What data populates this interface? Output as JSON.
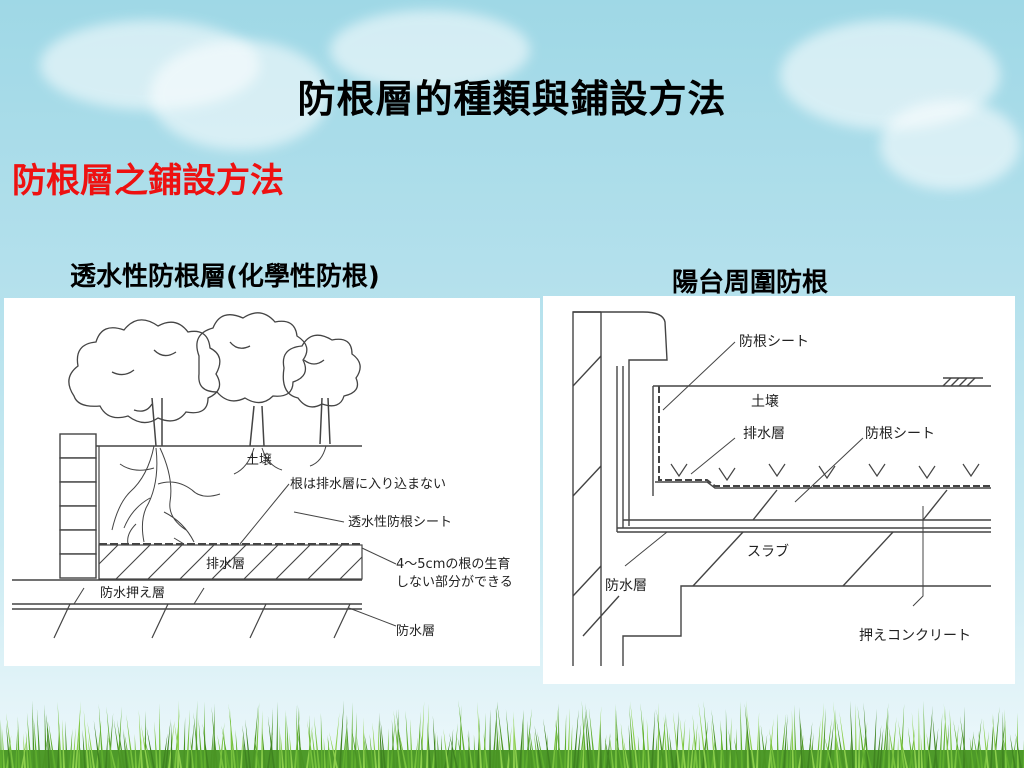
{
  "title": "防根層的種類與鋪設方法",
  "subtitle": "防根層之鋪設方法",
  "left_panel": {
    "heading": "透水性防根層(化學性防根)",
    "labels": {
      "soil": "土壌",
      "roots_note": "根は排水層に入り込まない",
      "sheet": "透水性防根シート",
      "drain": "排水層",
      "gap_note_1": "4～5cmの根の生育",
      "gap_note_2": "しない部分ができる",
      "protect": "防水押え層",
      "waterproof": "防水層"
    }
  },
  "right_panel": {
    "heading": "陽台周圍防根",
    "labels": {
      "sheet_top": "防根シート",
      "soil": "土壌",
      "drain": "排水層",
      "sheet_mid": "防根シート",
      "slab": "スラブ",
      "waterproof": "防水層",
      "concrete": "押えコンクリート"
    }
  }
}
